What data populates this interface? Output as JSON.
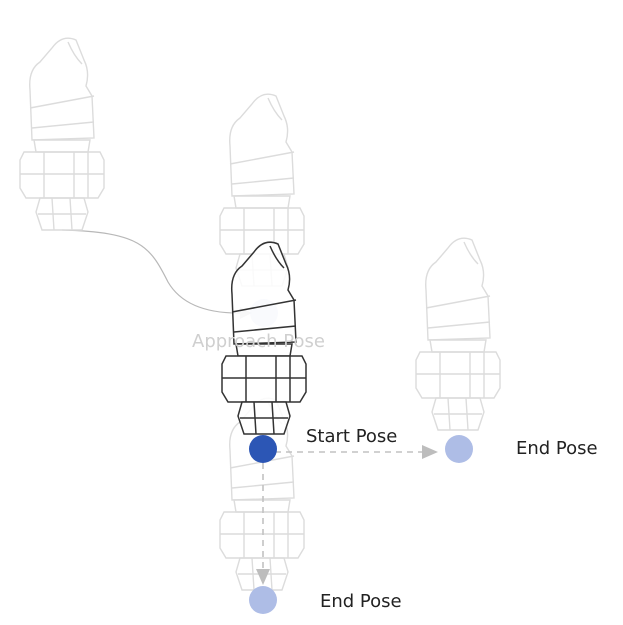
{
  "labels": {
    "approach": "Approach Pose",
    "start": "Start Pose",
    "end_right": "End Pose",
    "end_bottom": "End Pose"
  },
  "colors": {
    "start_point": "#2c56b5",
    "faded_point": "#aebde6",
    "ghost_stroke": "#dcdcdc",
    "active_stroke": "#333333",
    "path_line": "#b8b8b8",
    "dashed_line": "#c2c2c2"
  },
  "icons": {
    "robot": "robot-arm-icon",
    "pose": "pose-point-icon"
  }
}
